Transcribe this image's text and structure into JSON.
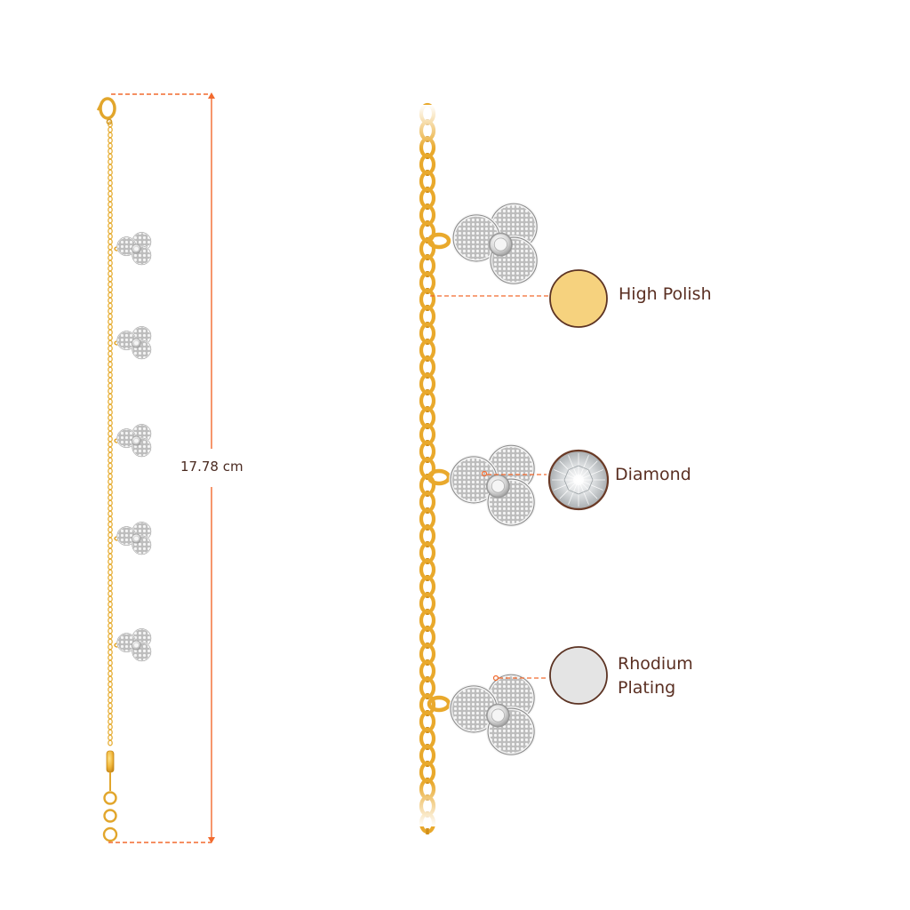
{
  "product": {
    "type": "bracelet",
    "charm_count_overview": 5,
    "charm_count_detail": 3
  },
  "dimension": {
    "length_label": "17.78 cm"
  },
  "features": [
    {
      "id": "high-polish",
      "label": "High Polish",
      "swatch": "gold"
    },
    {
      "id": "diamond",
      "label": "Diamond",
      "swatch": "diamond"
    },
    {
      "id": "rhodium-plating",
      "label": "Rhodium\nPlating",
      "swatch": "rhodium"
    }
  ],
  "colors": {
    "gold": "#f0b63a",
    "gold_dark": "#c98a1a",
    "gold_swatch": "#f6d27e",
    "swatch_border": "#5c3323",
    "rhodium_swatch": "#e4e4e4",
    "silver": "#d9d9d9",
    "silver_dark": "#8a8a8a",
    "leader_line": "#f26a2e",
    "text": "#5a2f22"
  }
}
